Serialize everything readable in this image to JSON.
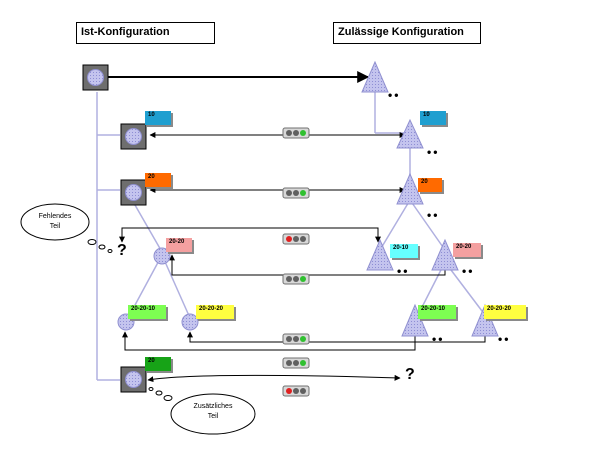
{
  "titles": {
    "left": "Ist-Konfiguration",
    "right": "Zulässige Konfiguration"
  },
  "left_tags": [
    {
      "label": "10",
      "color": "#1f9fd0"
    },
    {
      "label": "20",
      "color": "#ff6a00"
    },
    {
      "label": "20-20",
      "color": "#f4a0a0"
    },
    {
      "label": "20-20-10",
      "color": "#7dff52"
    },
    {
      "label": "20-20-20",
      "color": "#ffff40"
    },
    {
      "label": "20",
      "color": "#17a317"
    }
  ],
  "right_tags": [
    {
      "label": "10",
      "color": "#1f9fd0"
    },
    {
      "label": "20",
      "color": "#ff6a00"
    },
    {
      "label": "20-10",
      "color": "#66ffff"
    },
    {
      "label": "20-20",
      "color": "#f4a0a0"
    },
    {
      "label": "20-20-10",
      "color": "#7dff52"
    },
    {
      "label": "20-20-20",
      "color": "#ffff40"
    }
  ],
  "clouds": {
    "missing": {
      "line1": "Fehlendes",
      "line2": "Teil"
    },
    "extra": {
      "line1": "Zusätzliches",
      "line2": "Teil"
    }
  },
  "question_mark": "?",
  "ellipsis": "••",
  "traffic_lights": [
    {
      "state": "green"
    },
    {
      "state": "green"
    },
    {
      "state": "red"
    },
    {
      "state": "green"
    },
    {
      "state": "green"
    },
    {
      "state": "green"
    },
    {
      "state": "red"
    }
  ],
  "colors": {
    "node_fill": "#c8c8f0",
    "square_fill": "#707070",
    "tree_line": "#b0b0e0",
    "light_red": "#e02020",
    "light_green": "#30c030",
    "light_off": "#606060"
  }
}
